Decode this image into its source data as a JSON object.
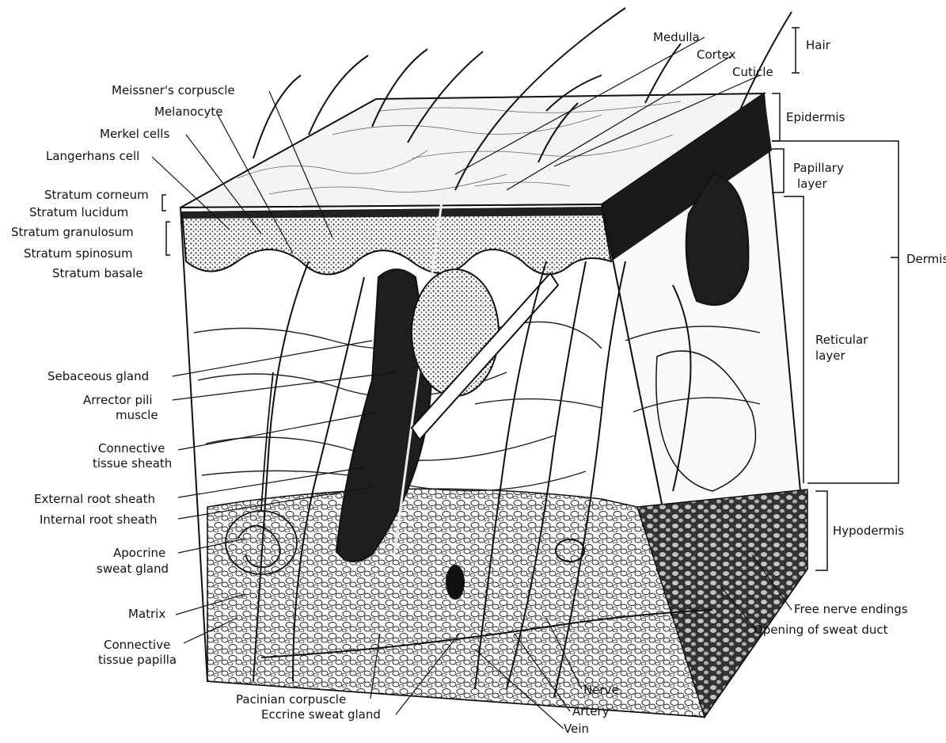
{
  "labels": {
    "medulla": "Medulla",
    "cortex": "Cortex",
    "cuticle": "Cuticle",
    "hair": "Hair",
    "epidermis": "Epidermis",
    "papillary_layer_1": "Papillary",
    "papillary_layer_2": "layer",
    "dermis": "Dermis",
    "reticular_layer_1": "Reticular",
    "reticular_layer_2": "layer",
    "hypodermis": "Hypodermis",
    "free_nerve_endings": "Free nerve endings",
    "opening_of_sweat_duct": "Opening of sweat duct",
    "meissners_corpuscle": "Meissner's corpuscle",
    "melanocyte": "Melanocyte",
    "merkel_cells": "Merkel cells",
    "langerhans_cell": "Langerhans cell",
    "stratum_corneum": "Stratum corneum",
    "stratum_lucidum": "Stratum lucidum",
    "stratum_granulosum": "Stratum granulosum",
    "stratum_spinosum": "Stratum spinosum",
    "stratum_basale": "Stratum basale",
    "sebaceous_gland": "Sebaceous gland",
    "arrector_pili_1": "Arrector pili",
    "arrector_pili_2": "muscle",
    "connective_tissue_sheath_1": "Connective",
    "connective_tissue_sheath_2": "tissue sheath",
    "external_root_sheath": "External root sheath",
    "internal_root_sheath": "Internal root sheath",
    "apocrine_sweat_gland_1": "Apocrine",
    "apocrine_sweat_gland_2": "sweat gland",
    "matrix": "Matrix",
    "connective_tissue_papilla_1": "Connective",
    "connective_tissue_papilla_2": "tissue papilla",
    "pacinian_corpuscle": "Pacinian corpuscle",
    "eccrine_sweat_gland": "Eccrine sweat gland",
    "nerve": "Nerve",
    "artery": "Artery",
    "vein": "Vein"
  }
}
